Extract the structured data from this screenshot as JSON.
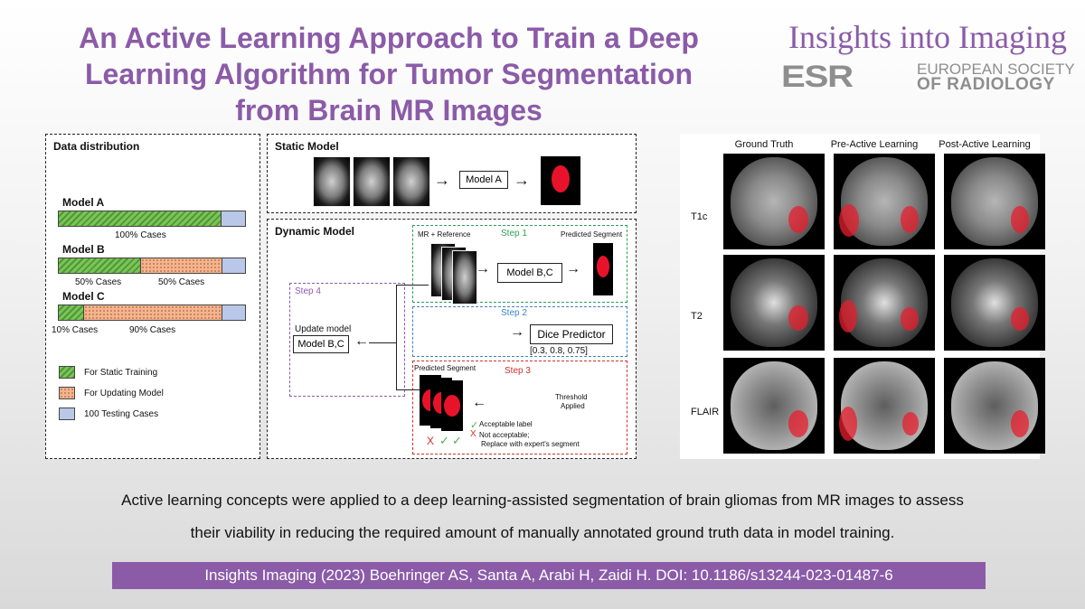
{
  "title": {
    "line1": "An Active Learning Approach to Train a Deep",
    "line2": "Learning Algorithm for Tumor Segmentation",
    "line3": "from Brain MR Images"
  },
  "brand": {
    "journal": "Insights into Imaging",
    "logo": "ESR",
    "society_line1": "EUROPEAN SOCIETY",
    "society_line2": "OF RADIOLOGY"
  },
  "data_distribution": {
    "title": "Data distribution",
    "models": [
      {
        "name": "Model A",
        "labels": [
          "100% Cases"
        ]
      },
      {
        "name": "Model B",
        "labels": [
          "50% Cases",
          "50% Cases"
        ]
      },
      {
        "name": "Model C",
        "labels": [
          "10% Cases",
          "90% Cases"
        ]
      }
    ],
    "legend": [
      {
        "label": "For Static Training",
        "pattern": "green-hatch"
      },
      {
        "label": "For Updating Model",
        "pattern": "orange-dots"
      },
      {
        "label": "100 Testing Cases",
        "pattern": "blue-solid"
      }
    ]
  },
  "static_model": {
    "title": "Static Model",
    "model_box": "Model A"
  },
  "dynamic_model": {
    "title": "Dynamic Model",
    "step1": "Step 1",
    "step2": "Step 2",
    "step3": "Step 3",
    "step4": "Step 4",
    "mr_reference": "MR + Reference",
    "predicted_segment_1": "Predicted Segment",
    "predicted_segment_2": "Predicted Segment",
    "model_bc_1": "Model B,C",
    "model_bc_2": "Model B,C",
    "update_model": "Update model",
    "dice_predictor": "Dice Predictor",
    "dice_values": "[0.3, 0.8, 0.75]",
    "threshold_line1": "Threshold",
    "threshold_line2": "Applied",
    "acceptable": "Acceptable label",
    "not_acceptable_line1": "Not acceptable;",
    "not_acceptable_line2": "Replace with expert's segment",
    "check": "✓",
    "cross": "X",
    "colors": {
      "step1": "#2e9e5b",
      "step2": "#3a86c8",
      "step3": "#d32f2f",
      "step4": "#8e5bb0"
    }
  },
  "comparison": {
    "columns": [
      "Ground Truth",
      "Pre-Active Learning",
      "Post-Active Learning"
    ],
    "rows": [
      "T1c",
      "T2",
      "FLAIR"
    ]
  },
  "caption": {
    "line1": "Active learning concepts were applied to a deep learning-assisted segmentation of brain gliomas from MR images to assess",
    "line2": "their viability in reducing the required amount of manually annotated ground truth data in model training."
  },
  "citation": "Insights Imaging (2023) Boehringer AS, Santa A, Arabi H, Zaidi H. DOI: 10.1186/s13244-023-01487-6",
  "accent_color": "#8b5ba8"
}
